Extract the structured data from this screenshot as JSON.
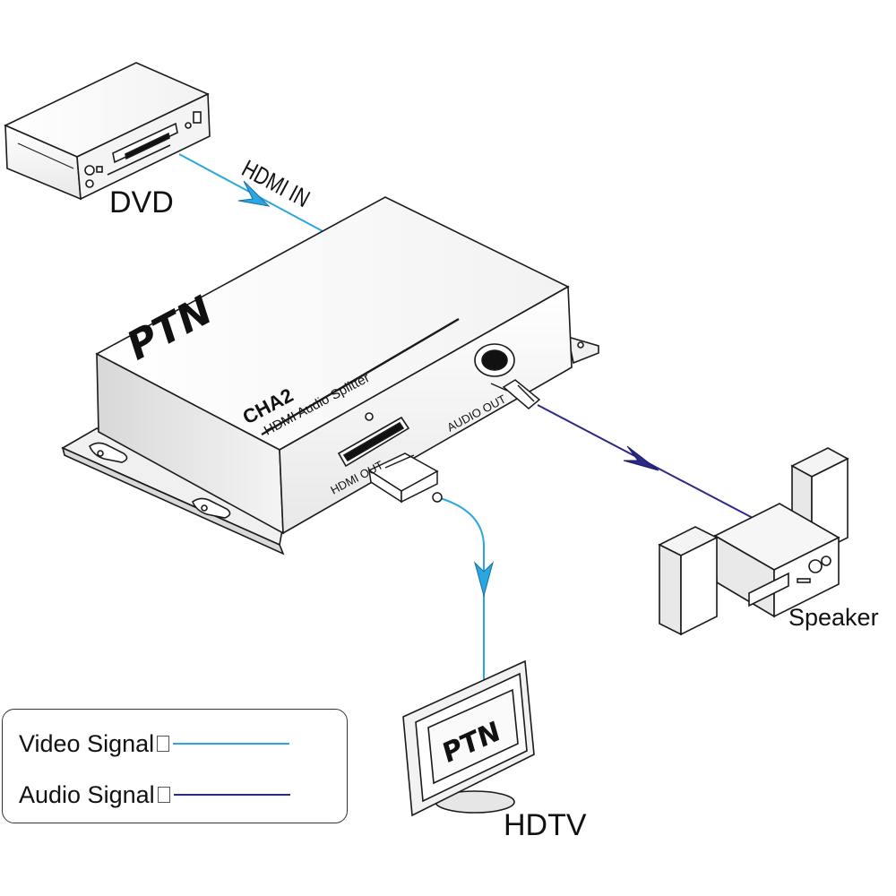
{
  "labels": {
    "dvd": "DVD",
    "hdmi_in": "HDMI IN",
    "speaker": "Speaker",
    "hdtv": "HDTV",
    "brand": "PTN",
    "model": "CHA2",
    "product": "HDMI Audio Splitter",
    "audio_out": "AUDIO OUT",
    "hdmi_out": "HDMI OUT",
    "tv_brand": "PTN"
  },
  "legend": {
    "video_label": "Video Signal",
    "audio_label": "Audio Signal"
  },
  "colors": {
    "video_signal": "#2aa7e0",
    "audio_signal": "#2b2a86",
    "outline": "#1a1a1a"
  }
}
